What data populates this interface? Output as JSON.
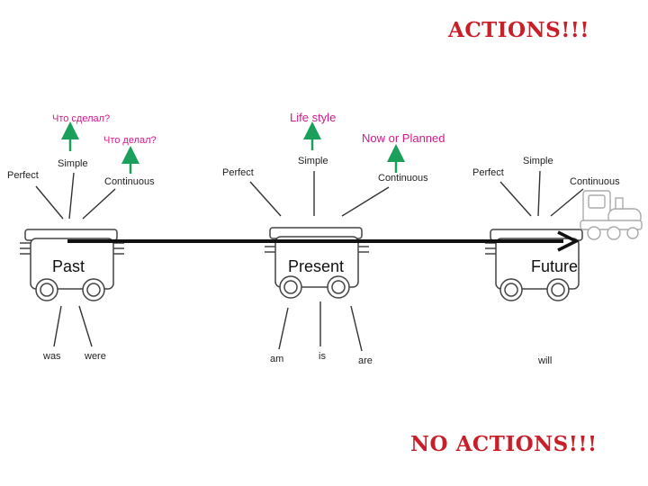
{
  "headings": {
    "actions": "ACTIONS!!!",
    "no_actions": "NO ACTIONS!!!"
  },
  "annotations": {
    "what_done": "Что сделал?",
    "what_doing": "Что делал?",
    "life_style": "Life style",
    "now_or_planned": "Now or Planned"
  },
  "wagons": {
    "past": {
      "label": "Past",
      "aspects": {
        "perfect": "Perfect",
        "simple": "Simple",
        "continuous": "Continuous"
      },
      "verbs": [
        "was",
        "were"
      ]
    },
    "present": {
      "label": "Present",
      "aspects": {
        "perfect": "Perfect",
        "simple": "Simple",
        "continuous": "Continuous"
      },
      "verbs": [
        "am",
        "is",
        "are"
      ]
    },
    "future": {
      "label": "Future",
      "aspects": {
        "perfect": "Perfect",
        "simple": "Simple",
        "continuous": "Continuous"
      },
      "verbs": [
        "will"
      ]
    }
  },
  "colors": {
    "heading_red": "#c8202a",
    "annotation_magenta": "#d21a8a",
    "arrow_green": "#1aa05a",
    "timeline_black": "#111111",
    "wagon_outline": "#444444"
  }
}
